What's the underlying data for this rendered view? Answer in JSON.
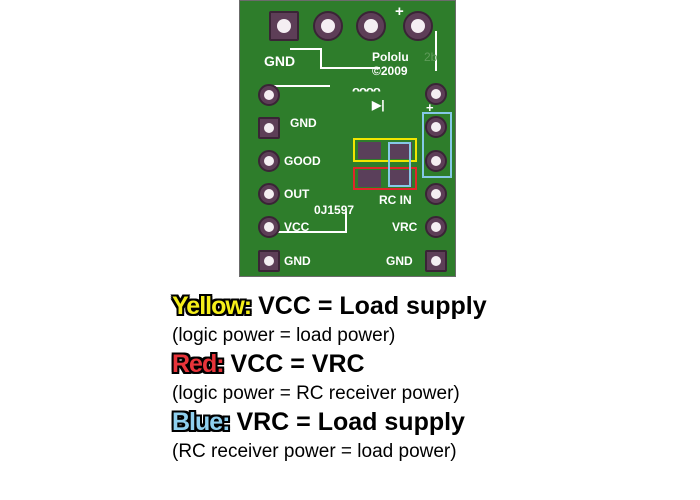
{
  "board": {
    "labels": {
      "gnd_top": "GND",
      "brand": "Pololu",
      "copyright": "©2009",
      "rev": "2b",
      "gnd_left": "GND",
      "good": "GOOD",
      "out": "OUT",
      "part": "0J1597",
      "vcc": "VCC",
      "gnd_bottom_left": "GND",
      "rc_in": "RC IN",
      "vrc": "VRC",
      "gnd_bottom_right": "GND",
      "plus_top": "+",
      "plus_right": "+"
    },
    "highlight_colors": {
      "yellow": "#f2e600",
      "red": "#e0262b",
      "blue": "#86c8e8"
    }
  },
  "legend": [
    {
      "tag": "Yellow:",
      "tag_color": "#f5ef1a",
      "title": "VCC = Load supply",
      "desc": "(logic power = load power)"
    },
    {
      "tag": "Red:",
      "tag_color": "#e8343a",
      "title": "VCC = VRC",
      "desc": "(logic power = RC receiver power)"
    },
    {
      "tag": "Blue:",
      "tag_color": "#8fd0ef",
      "title": "VRC = Load supply",
      "desc": "(RC receiver power = load power)"
    }
  ]
}
